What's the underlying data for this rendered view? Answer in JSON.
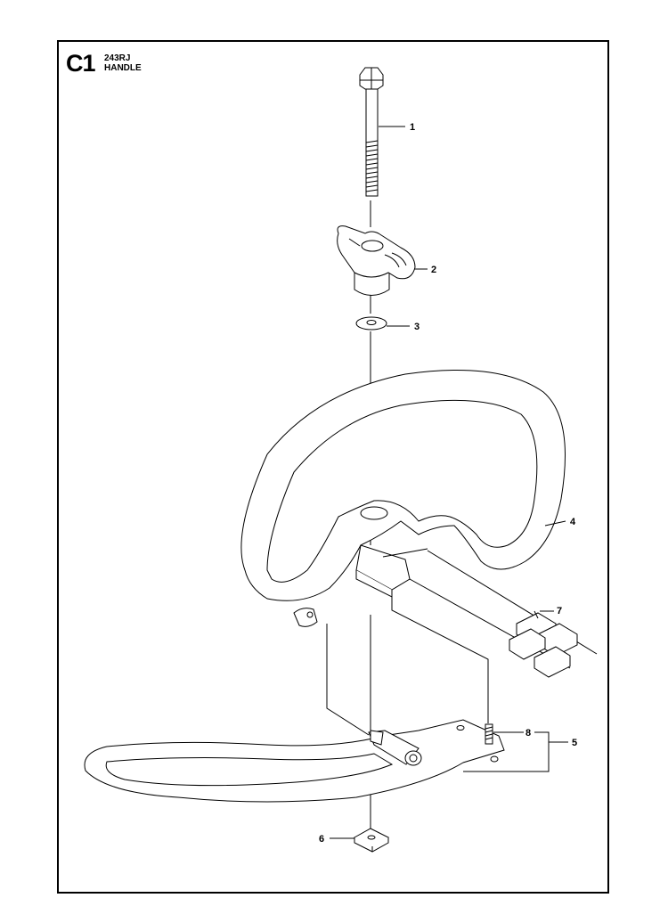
{
  "header": {
    "section_code": "C1",
    "model": "243RJ",
    "title": "HANDLE"
  },
  "callouts": [
    {
      "id": "callout-1",
      "label": "1"
    },
    {
      "id": "callout-2",
      "label": "2"
    },
    {
      "id": "callout-3",
      "label": "3"
    },
    {
      "id": "callout-4",
      "label": "4"
    },
    {
      "id": "callout-5",
      "label": "5"
    },
    {
      "id": "callout-6",
      "label": "6"
    },
    {
      "id": "callout-7",
      "label": "7"
    },
    {
      "id": "callout-8",
      "label": "8"
    }
  ]
}
